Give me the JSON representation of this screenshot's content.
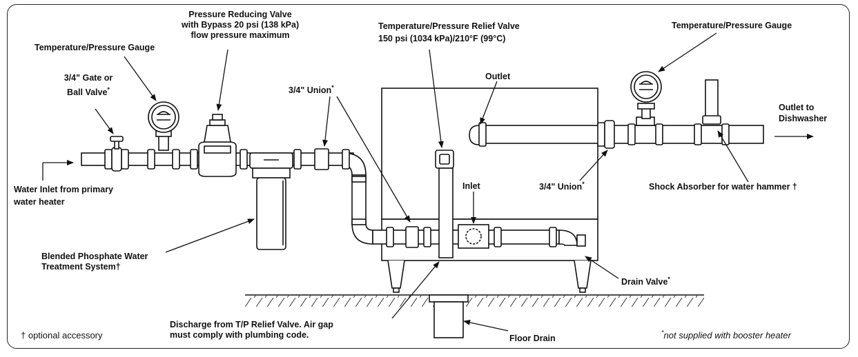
{
  "labels": {
    "temp_gauge_left": "Temperature/Pressure Gauge",
    "gate_valve_l1": "3/4\" Gate or",
    "gate_valve_l2": "Ball Valve",
    "prv_l1": "Pressure Reducing Valve",
    "prv_l2": "with Bypass 20 psi (138 kPa)",
    "prv_l3": "flow pressure maximum",
    "union_top": "3/4\" Union",
    "tprv_l1": "Temperature/Pressure Relief Valve",
    "tprv_l2": "150 psi (1034 kPa)/210°F (99°C)",
    "outlet": "Outlet",
    "temp_gauge_right": "Temperature/Pressure Gauge",
    "outlet_dw_l1": "Outlet to",
    "outlet_dw_l2": "Dishwasher",
    "water_inlet_l1": "Water Inlet from primary",
    "water_inlet_l2": "water heater",
    "inlet": "Inlet",
    "union_right": "3/4\" Union",
    "shock_absorber": "Shock Absorber for water hammer †",
    "phosphate_l1": "Blended Phosphate Water",
    "phosphate_l2": "Treatment System†",
    "drain_valve": "Drain Valve",
    "discharge_l1": "Discharge from T/P Relief Valve. Air gap",
    "discharge_l2": "must comply with plumbing code.",
    "floor_drain": "Floor Drain",
    "optional": "† optional accessory",
    "not_supplied": "not supplied with booster heater",
    "asterisk": "*"
  }
}
